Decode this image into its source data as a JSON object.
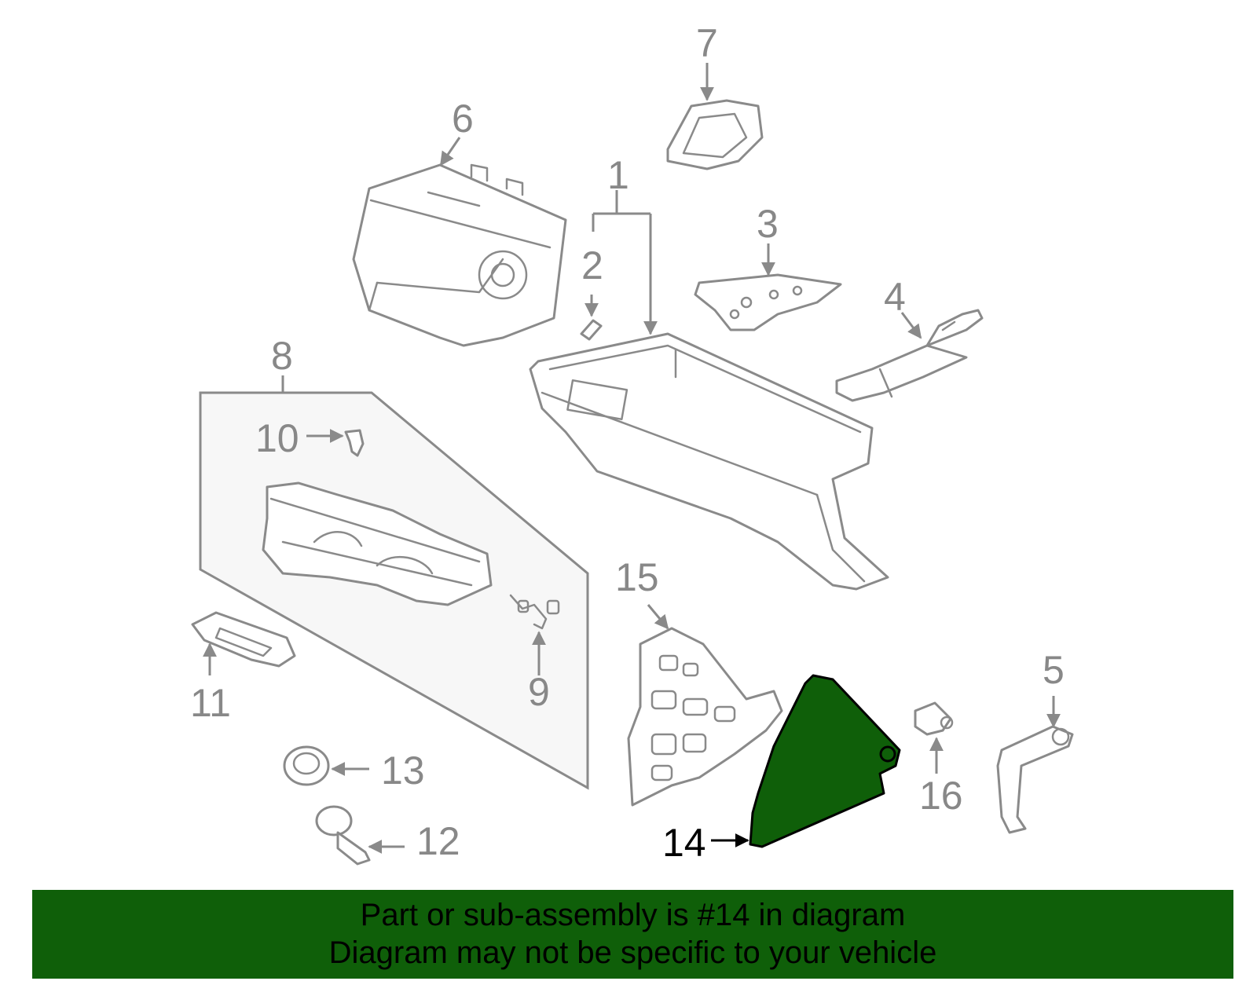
{
  "diagram": {
    "callouts": [
      {
        "id": "1",
        "label": "1"
      },
      {
        "id": "2",
        "label": "2"
      },
      {
        "id": "3",
        "label": "3"
      },
      {
        "id": "4",
        "label": "4"
      },
      {
        "id": "5",
        "label": "5"
      },
      {
        "id": "6",
        "label": "6"
      },
      {
        "id": "7",
        "label": "7"
      },
      {
        "id": "8",
        "label": "8"
      },
      {
        "id": "9",
        "label": "9"
      },
      {
        "id": "10",
        "label": "10"
      },
      {
        "id": "11",
        "label": "11"
      },
      {
        "id": "12",
        "label": "12"
      },
      {
        "id": "13",
        "label": "13"
      },
      {
        "id": "14",
        "label": "14"
      },
      {
        "id": "15",
        "label": "15"
      },
      {
        "id": "16",
        "label": "16"
      }
    ],
    "highlighted_part": "14",
    "colors": {
      "highlight_fill": "#0f5f09",
      "banner_bg": "#0f5f09",
      "line_gray": "#8a8a8a",
      "subassembly_bg": "#f7f7f7"
    }
  },
  "banner": {
    "line1": "Part or sub-assembly is #14 in diagram",
    "line2": "Diagram may not be specific to your vehicle"
  }
}
